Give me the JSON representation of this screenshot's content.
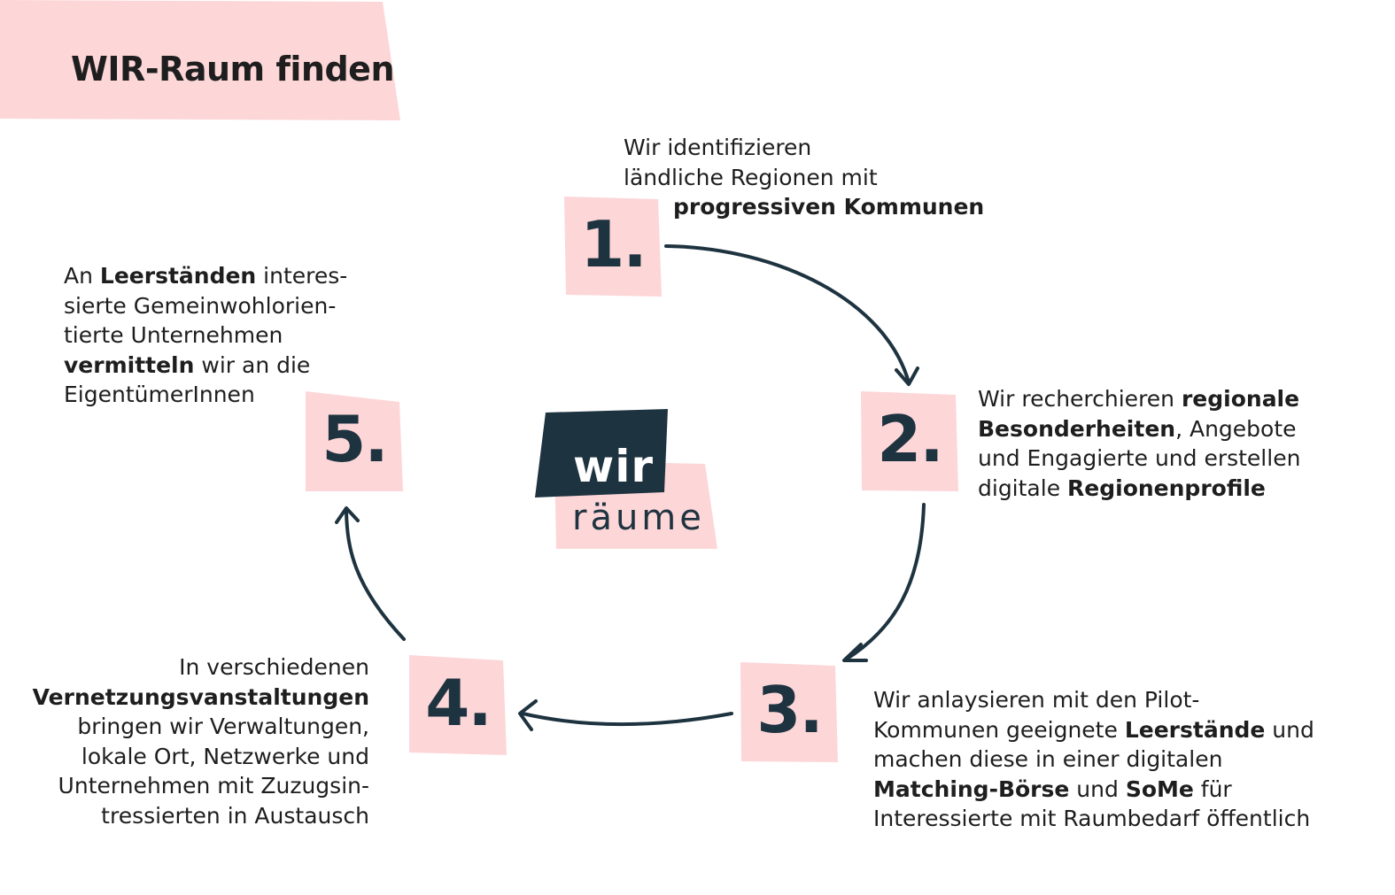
{
  "title": "WIR-Raum finden",
  "colors": {
    "pink": "#fdd6d8",
    "navy": "#1e3340",
    "text": "#1e1e1e"
  },
  "logo": {
    "top": "wir",
    "bottom": "räume"
  },
  "steps": [
    {
      "number": "1.",
      "lines": [
        {
          "parts": [
            {
              "t": "Wir identifizieren",
              "b": false
            }
          ]
        },
        {
          "parts": [
            {
              "t": "ländliche Regionen mit",
              "b": false
            }
          ]
        },
        {
          "parts": [
            {
              "t": "progressiven Kommunen",
              "b": true
            }
          ]
        }
      ]
    },
    {
      "number": "2.",
      "lines": [
        {
          "parts": [
            {
              "t": "Wir recherchieren ",
              "b": false
            },
            {
              "t": "regionale",
              "b": true
            }
          ]
        },
        {
          "parts": [
            {
              "t": "Besonderheiten",
              "b": true
            },
            {
              "t": ", Angebote",
              "b": false
            }
          ]
        },
        {
          "parts": [
            {
              "t": "und Engagierte und erstellen",
              "b": false
            }
          ]
        },
        {
          "parts": [
            {
              "t": "digitale ",
              "b": false
            },
            {
              "t": "Regionenprofile",
              "b": true
            }
          ]
        }
      ]
    },
    {
      "number": "3.",
      "lines": [
        {
          "parts": [
            {
              "t": "Wir anlaysieren mit den Pilot-",
              "b": false
            }
          ]
        },
        {
          "parts": [
            {
              "t": "Kommunen geeignete ",
              "b": false
            },
            {
              "t": "Leerstände",
              "b": true
            },
            {
              "t": " und",
              "b": false
            }
          ]
        },
        {
          "parts": [
            {
              "t": "machen diese in einer digitalen",
              "b": false
            }
          ]
        },
        {
          "parts": [
            {
              "t": "Matching-Börse",
              "b": true
            },
            {
              "t": " und ",
              "b": false
            },
            {
              "t": "SoMe",
              "b": true
            },
            {
              "t": " für",
              "b": false
            }
          ]
        },
        {
          "parts": [
            {
              "t": "Interessierte mit Raumbedarf öffentlich",
              "b": false
            }
          ]
        }
      ]
    },
    {
      "number": "4.",
      "lines": [
        {
          "parts": [
            {
              "t": "In verschiedenen",
              "b": false
            }
          ]
        },
        {
          "parts": [
            {
              "t": "Vernetzungsvanstaltungen",
              "b": true
            }
          ]
        },
        {
          "parts": [
            {
              "t": "bringen wir Verwaltungen,",
              "b": false
            }
          ]
        },
        {
          "parts": [
            {
              "t": "lokale Ort, Netzwerke und",
              "b": false
            }
          ]
        },
        {
          "parts": [
            {
              "t": "Unternehmen mit Zuzugsin-",
              "b": false
            }
          ]
        },
        {
          "parts": [
            {
              "t": "tressierten in Austausch",
              "b": false
            }
          ]
        }
      ]
    },
    {
      "number": "5.",
      "lines": [
        {
          "parts": [
            {
              "t": "An ",
              "b": false
            },
            {
              "t": "Leerständen",
              "b": true
            },
            {
              "t": " interes-",
              "b": false
            }
          ]
        },
        {
          "parts": [
            {
              "t": "sierte Gemeinwohlorien-",
              "b": false
            }
          ]
        },
        {
          "parts": [
            {
              "t": "tierte Unternehmen",
              "b": false
            }
          ]
        },
        {
          "parts": [
            {
              "t": "vermitteln",
              "b": true
            },
            {
              "t": " wir an die",
              "b": false
            }
          ]
        },
        {
          "parts": [
            {
              "t": "EigentümerInnen",
              "b": false
            }
          ]
        }
      ]
    }
  ]
}
